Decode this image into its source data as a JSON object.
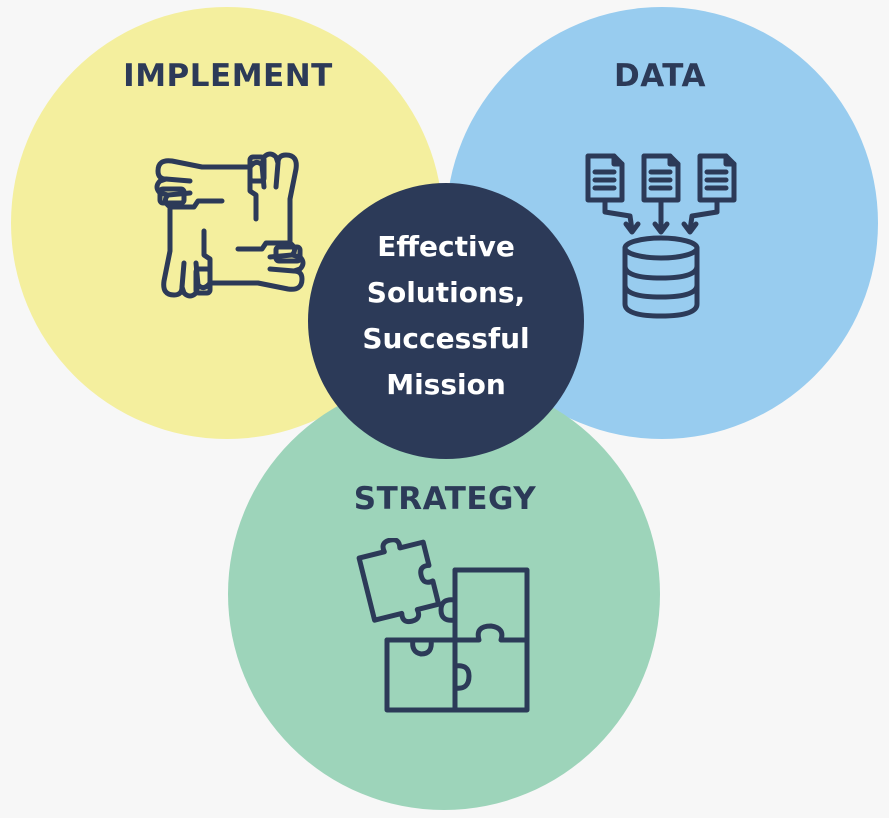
{
  "colors": {
    "background": "#f7f7f7",
    "implement_circle": "#f4ef9e",
    "data_circle": "#98ccef",
    "strategy_circle": "#9dd4ba",
    "center_circle": "#2c3a58",
    "dark_text": "#2c3a58",
    "light_text": "#ffffff"
  },
  "sections": {
    "implement": {
      "label": "IMPLEMENT",
      "icon": "four-hands-teamwork-icon"
    },
    "data": {
      "label": "DATA",
      "icon": "documents-to-database-icon"
    },
    "strategy": {
      "label": "STRATEGY",
      "icon": "puzzle-pieces-icon"
    }
  },
  "center": {
    "lines": [
      "Effective",
      "Solutions,",
      "Successful",
      "Mission"
    ]
  }
}
